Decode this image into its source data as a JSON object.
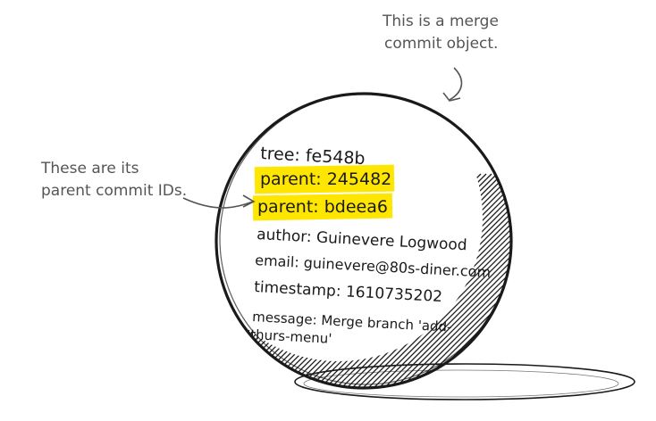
{
  "annotations": {
    "merge_note": [
      "This is a merge",
      "commit object."
    ],
    "parents_note": [
      "These are its",
      "parent commit IDs."
    ]
  },
  "commit": {
    "tree": "tree: fe548b",
    "parent1": "parent: 245482",
    "parent2": "parent: bdeea6",
    "author": "author: Guinevere Logwood",
    "email": "email: guinevere@80s-diner.com",
    "timestamp": "timestamp: 1610735202",
    "message_line1": "message: Merge branch 'add-",
    "message_line2": "thurs-menu'"
  },
  "colors": {
    "highlight": "#ffe600",
    "ink": "#1a1a1a",
    "note_ink": "#555555"
  }
}
